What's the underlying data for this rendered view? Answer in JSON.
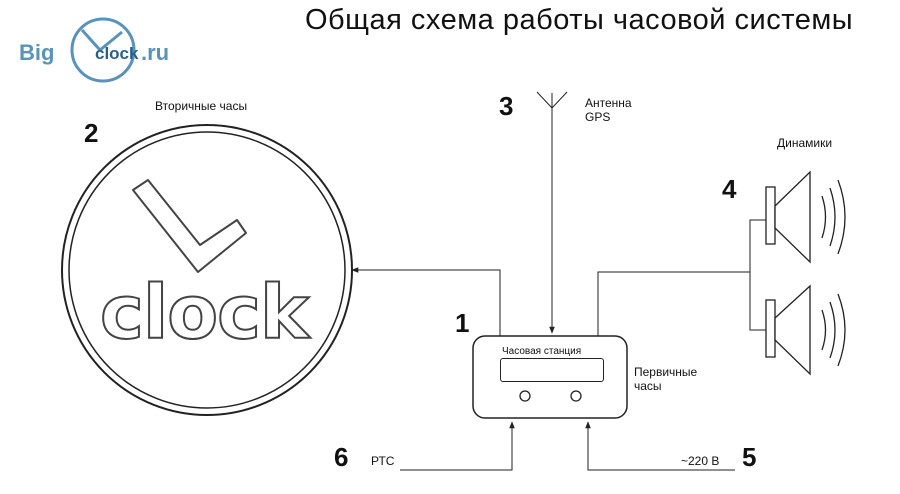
{
  "title": "Общая схема работы часовой системы",
  "logo": {
    "part1": "Big",
    "part2": "clock",
    "part3": ".ru"
  },
  "clock_face_text": "clock",
  "components": [
    {
      "id": "station",
      "number": "1",
      "label": "Часовая станция",
      "note": [
        "Первичные",
        "часы"
      ]
    },
    {
      "id": "secondary",
      "number": "2",
      "label": "Вторичные часы"
    },
    {
      "id": "antenna",
      "number": "3",
      "label": [
        "Антенна",
        "GPS"
      ]
    },
    {
      "id": "speakers",
      "number": "4",
      "label": "Динамики"
    },
    {
      "id": "power",
      "number": "5",
      "label": "~220 В"
    },
    {
      "id": "rts",
      "number": "6",
      "label": "РТС"
    }
  ]
}
